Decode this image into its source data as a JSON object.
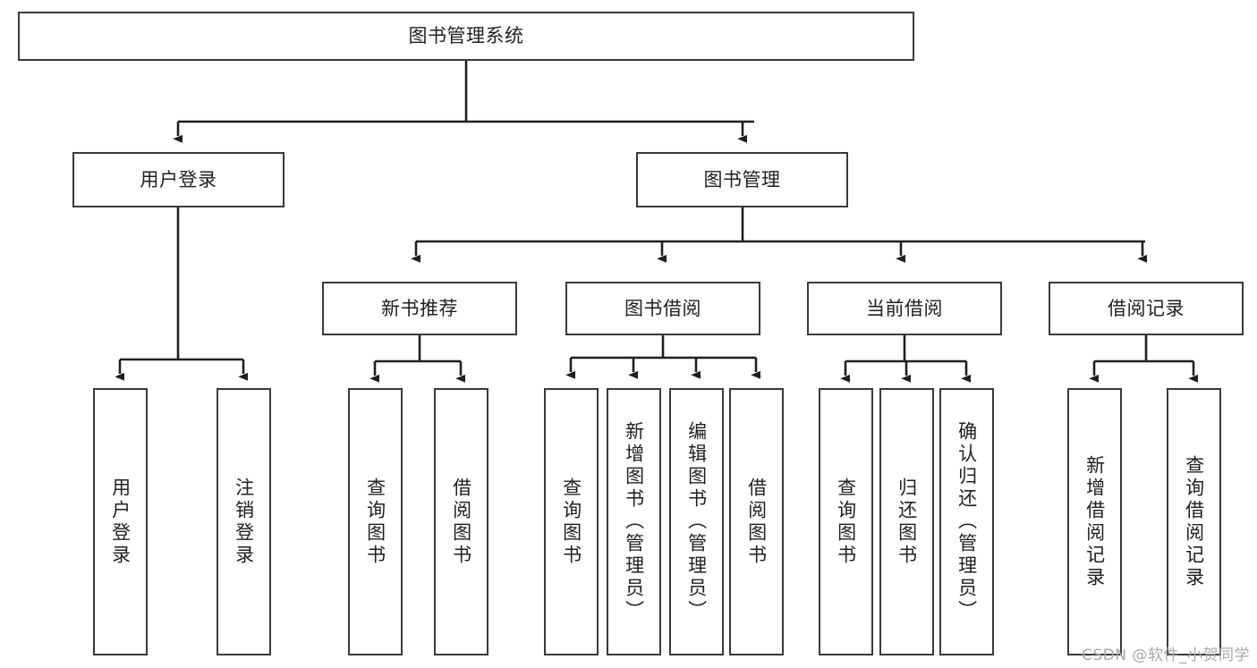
{
  "diagram": {
    "title": "图书管理系统",
    "type": "hierarchy-tree",
    "levels": 4,
    "nodes": {
      "root": {
        "label": "图书管理系统",
        "level": 1,
        "orientation": "horizontal"
      },
      "l2_user_login": {
        "label": "用户登录",
        "level": 2,
        "orientation": "horizontal"
      },
      "l2_book_mgmt": {
        "label": "图书管理",
        "level": 2,
        "orientation": "horizontal"
      },
      "l3_new_book_rec": {
        "label": "新书推荐",
        "level": 3,
        "orientation": "horizontal"
      },
      "l3_book_borrow": {
        "label": "图书借阅",
        "level": 3,
        "orientation": "horizontal"
      },
      "l3_current_borrow": {
        "label": "当前借阅",
        "level": 3,
        "orientation": "horizontal"
      },
      "l3_borrow_record": {
        "label": "借阅记录",
        "level": 3,
        "orientation": "horizontal"
      },
      "l4_user_login": {
        "label": "用户登录",
        "level": 4,
        "orientation": "vertical"
      },
      "l4_logout": {
        "label": "注销登录",
        "level": 4,
        "orientation": "vertical"
      },
      "l4_query_book_a": {
        "label": "查询图书",
        "level": 4,
        "orientation": "vertical"
      },
      "l4_borrow_book_a": {
        "label": "借阅图书",
        "level": 4,
        "orientation": "vertical"
      },
      "l4_query_book_b": {
        "label": "查询图书",
        "level": 4,
        "orientation": "vertical"
      },
      "l4_add_book": {
        "label": "新增图书（管理员）",
        "level": 4,
        "orientation": "vertical"
      },
      "l4_edit_book": {
        "label": "编辑图书（管理员）",
        "level": 4,
        "orientation": "vertical"
      },
      "l4_borrow_book_b": {
        "label": "借阅图书",
        "level": 4,
        "orientation": "vertical"
      },
      "l4_query_book_c": {
        "label": "查询图书",
        "level": 4,
        "orientation": "vertical"
      },
      "l4_return_book": {
        "label": "归还图书",
        "level": 4,
        "orientation": "vertical"
      },
      "l4_confirm_return": {
        "label": "确认归还（管理员）",
        "level": 4,
        "orientation": "vertical"
      },
      "l4_add_record": {
        "label": "新增借阅记录",
        "level": 4,
        "orientation": "vertical"
      },
      "l4_query_record": {
        "label": "查询借阅记录",
        "level": 4,
        "orientation": "vertical"
      }
    },
    "edges": [
      {
        "from": "root",
        "to": "l2_user_login"
      },
      {
        "from": "root",
        "to": "l2_book_mgmt"
      },
      {
        "from": "l2_user_login",
        "to": "l4_user_login"
      },
      {
        "from": "l2_user_login",
        "to": "l4_logout"
      },
      {
        "from": "l2_book_mgmt",
        "to": "l3_new_book_rec"
      },
      {
        "from": "l2_book_mgmt",
        "to": "l3_book_borrow"
      },
      {
        "from": "l2_book_mgmt",
        "to": "l3_current_borrow"
      },
      {
        "from": "l2_book_mgmt",
        "to": "l3_borrow_record"
      },
      {
        "from": "l3_new_book_rec",
        "to": "l4_query_book_a"
      },
      {
        "from": "l3_new_book_rec",
        "to": "l4_borrow_book_a"
      },
      {
        "from": "l3_book_borrow",
        "to": "l4_query_book_b"
      },
      {
        "from": "l3_book_borrow",
        "to": "l4_add_book"
      },
      {
        "from": "l3_book_borrow",
        "to": "l4_edit_book"
      },
      {
        "from": "l3_book_borrow",
        "to": "l4_borrow_book_b"
      },
      {
        "from": "l3_current_borrow",
        "to": "l4_query_book_c"
      },
      {
        "from": "l3_current_borrow",
        "to": "l4_return_book"
      },
      {
        "from": "l3_current_borrow",
        "to": "l4_confirm_return"
      },
      {
        "from": "l3_borrow_record",
        "to": "l4_add_record"
      },
      {
        "from": "l3_borrow_record",
        "to": "l4_query_record"
      }
    ],
    "colors": {
      "stroke": "#3a3a3a",
      "connector": "#1f1f1f",
      "background": "#ffffff",
      "text": "#1f1f1f",
      "watermark": "#a8a8a8"
    }
  },
  "watermark": {
    "text": "CSDN @软件_小贺同学"
  }
}
